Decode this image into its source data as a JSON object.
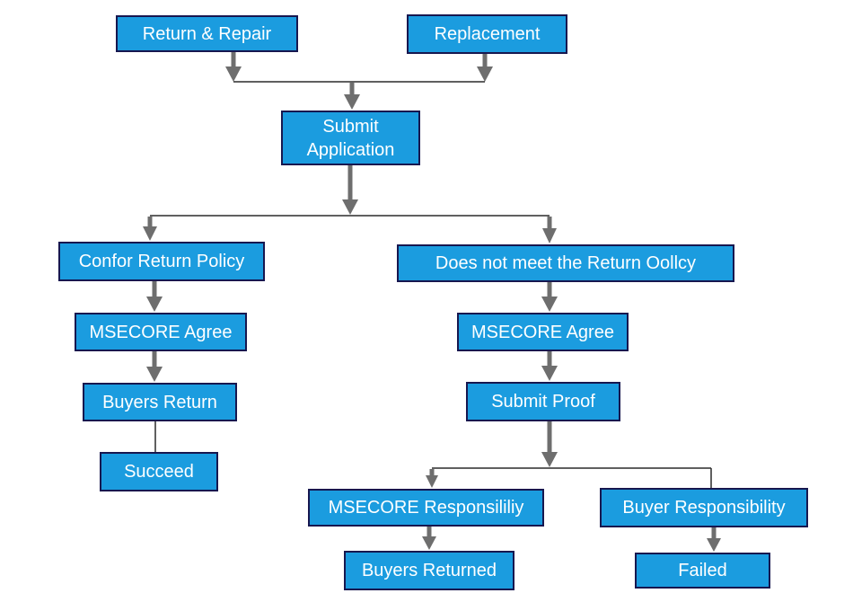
{
  "diagram": {
    "type": "flowchart",
    "description": "Return, repair and replacement application process flowchart",
    "colors": {
      "node_fill": "#1b9cdf",
      "node_border": "#17174f",
      "node_text": "#ffffff",
      "arrow": "#6e6e6e",
      "line": "#2b2b2b",
      "background": "#ffffff"
    },
    "nodes": {
      "return_repair": {
        "label": "Return & Repair"
      },
      "replacement": {
        "label": "Replacement"
      },
      "submit_application": {
        "label": "Submit Application"
      },
      "confor_return_policy": {
        "label": "Confor Return Policy"
      },
      "does_not_meet": {
        "label": "Does not meet the Return Oollcy"
      },
      "msecore_agree_left": {
        "label": "MSECORE Agree"
      },
      "msecore_agree_right": {
        "label": "MSECORE Agree"
      },
      "buyers_return": {
        "label": "Buyers Return"
      },
      "submit_proof": {
        "label": "Submit Proof"
      },
      "succeed": {
        "label": "Succeed"
      },
      "msecore_responsibility": {
        "label": "MSECORE Responsililiy"
      },
      "buyer_responsibility": {
        "label": "Buyer Responsibility"
      },
      "buyers_returned": {
        "label": "Buyers Returned"
      },
      "failed": {
        "label": "Failed"
      }
    },
    "edges": [
      {
        "from": "return_repair",
        "to": "submit_application",
        "arrow": true
      },
      {
        "from": "replacement",
        "to": "submit_application",
        "arrow": true
      },
      {
        "from": "submit_application",
        "to": "confor_return_policy",
        "arrow": true
      },
      {
        "from": "submit_application",
        "to": "does_not_meet",
        "arrow": true
      },
      {
        "from": "confor_return_policy",
        "to": "msecore_agree_left",
        "arrow": true
      },
      {
        "from": "msecore_agree_left",
        "to": "buyers_return",
        "arrow": true
      },
      {
        "from": "buyers_return",
        "to": "succeed",
        "arrow": false
      },
      {
        "from": "does_not_meet",
        "to": "msecore_agree_right",
        "arrow": true
      },
      {
        "from": "msecore_agree_right",
        "to": "submit_proof",
        "arrow": true
      },
      {
        "from": "submit_proof",
        "to": "msecore_responsibility",
        "arrow": true
      },
      {
        "from": "submit_proof",
        "to": "buyer_responsibility",
        "arrow": false
      },
      {
        "from": "msecore_responsibility",
        "to": "buyers_returned",
        "arrow": true
      },
      {
        "from": "buyer_responsibility",
        "to": "failed",
        "arrow": true
      }
    ]
  }
}
